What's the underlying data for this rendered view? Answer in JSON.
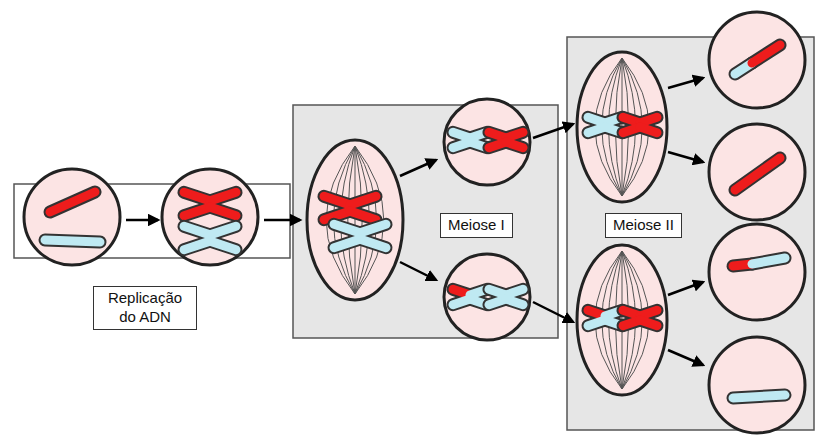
{
  "diagram": {
    "nodes": [
      {
        "text": [
          "Replicação do ADN"
        ]
      },
      {
        "text": [
          "Meiose I"
        ]
      },
      {
        "text": [
          "Meiose II"
        ]
      }
    ]
  }
}
